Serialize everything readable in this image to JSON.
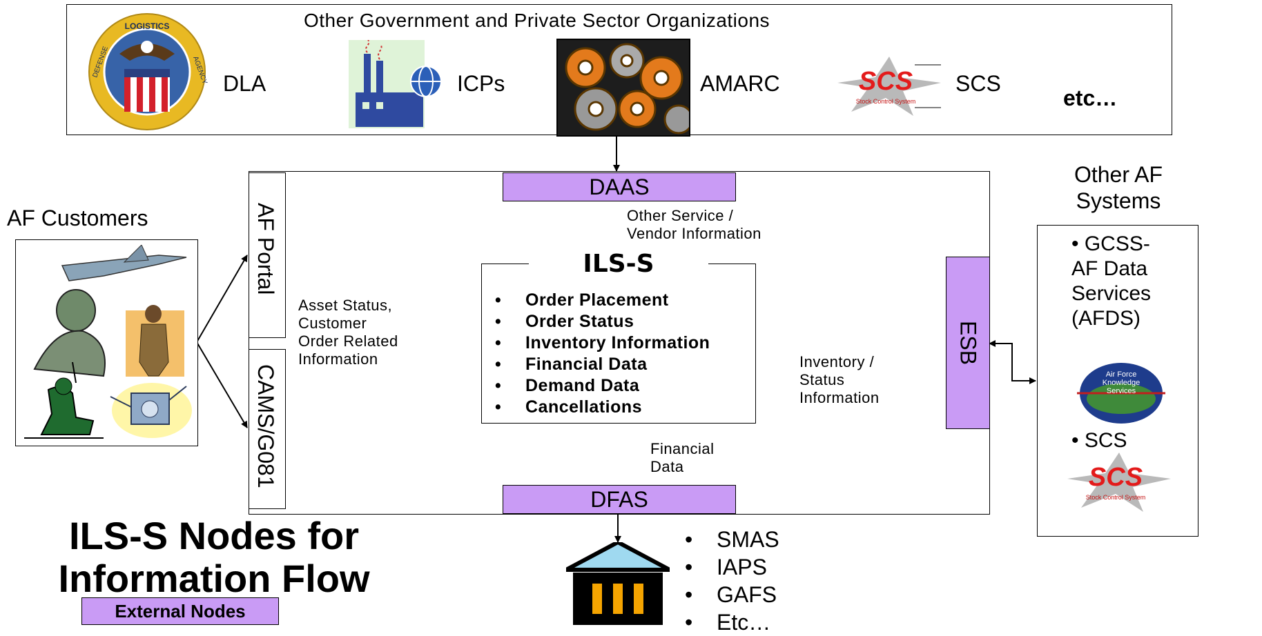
{
  "top": {
    "title": "Other Government and Private Sector Organizations",
    "orgs": [
      "DLA",
      "ICPs",
      "AMARC",
      "SCS",
      "etc…"
    ]
  },
  "af_customers": {
    "title": "AF Customers"
  },
  "portals": {
    "af_portal": "AF Portal",
    "cams": "CAMS/G081"
  },
  "flows": {
    "asset_status": [
      "Asset Status,",
      "Customer",
      "Order Related",
      "Information"
    ],
    "other_service": [
      "Other Service /",
      "Vendor Information"
    ],
    "inventory_status": [
      "Inventory /",
      "Status",
      "Information"
    ],
    "financial": [
      "Financial",
      "Data"
    ]
  },
  "nodes": {
    "daas": "DAAS",
    "dfas": "DFAS",
    "esb": "ESB"
  },
  "ils": {
    "title": "ILS-S",
    "items": [
      "Order Placement",
      "Order Status",
      "Inventory Information",
      "Financial Data",
      "Demand Data",
      "Cancellations"
    ]
  },
  "other_af": {
    "title": [
      "Other AF",
      "Systems"
    ],
    "items": [
      "• GCSS-",
      "AF Data",
      "Services",
      "(AFDS)"
    ],
    "scs": "• SCS",
    "akss_logo": [
      "Air Force",
      "Knowledge",
      "Services"
    ]
  },
  "finance_systems": [
    "SMAS",
    "IAPS",
    "GAFS",
    "Etc…"
  ],
  "scs_logo": {
    "mark": "SCS",
    "caption": "Stock Control System"
  },
  "dla_seal": {
    "ring": "LOGISTICS",
    "left": "DEFENSE",
    "right": "AGENCY"
  },
  "diagram_title": [
    "ILS-S Nodes for",
    "Information Flow"
  ],
  "legend": {
    "external": "External Nodes"
  },
  "colors": {
    "external_node": "#c99bf5",
    "scs_red": "#e31b1b"
  }
}
